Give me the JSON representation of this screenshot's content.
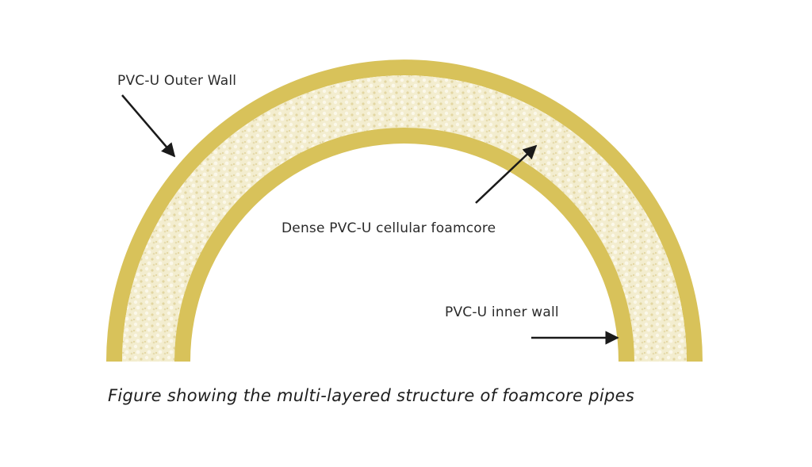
{
  "labels": {
    "outer_wall": "PVC-U Outer Wall",
    "foam_core": "Dense PVC-U cellular foamcore",
    "inner_wall": "PVC-U inner wall"
  },
  "caption": "Figure showing the multi-layered structure of foamcore pipes",
  "colors": {
    "wall": "#d8c25a",
    "foam_base": "#f3edcf",
    "foam_speckle_light": "#fbf8ea",
    "foam_speckle_dark": "#e3d6a2",
    "arrow": "#1a1a1a"
  }
}
